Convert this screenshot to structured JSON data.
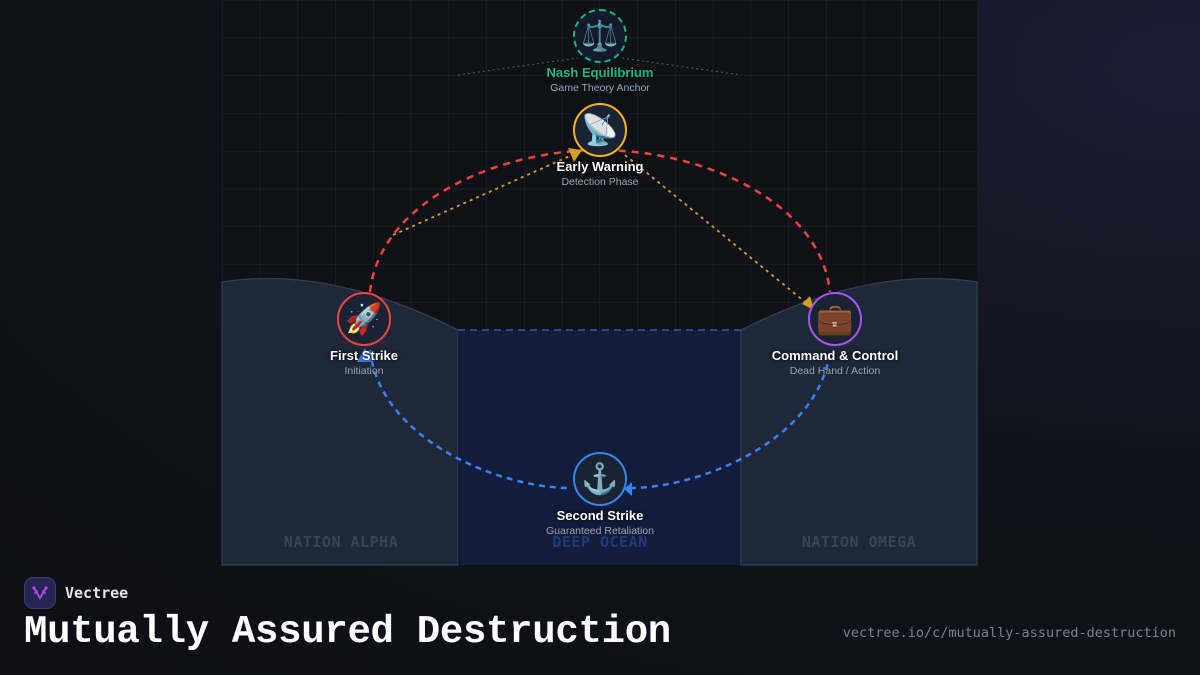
{
  "nodes": {
    "nash": {
      "title": "Nash Equilibrium",
      "subtitle": "Game Theory Anchor",
      "icon": "⚖️",
      "color": "#10b981"
    },
    "warning": {
      "title": "Early Warning",
      "subtitle": "Detection Phase",
      "icon": "📡",
      "color": "#f4b41a"
    },
    "first": {
      "title": "First Strike",
      "subtitle": "Initiation",
      "icon": "🚀",
      "color": "#ef4444"
    },
    "command": {
      "title": "Command & Control",
      "subtitle": "Dead Hand / Action",
      "icon": "💼",
      "color": "#a855f7"
    },
    "second": {
      "title": "Second Strike",
      "subtitle": "Guaranteed Retaliation",
      "icon": "⚓",
      "color": "#3b82f6"
    }
  },
  "regions": {
    "left": "NATION ALPHA",
    "center": "DEEP OCEAN",
    "right": "NATION OMEGA"
  },
  "brand": {
    "name": "Vectree"
  },
  "title": "Mutually Assured Destruction",
  "url": "vectree.io/c/mutually-assured-destruction"
}
